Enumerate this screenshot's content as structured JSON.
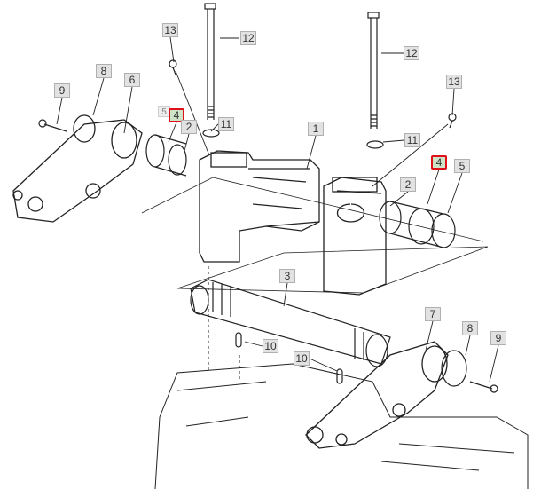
{
  "callouts": [
    {
      "label": "13",
      "highlighted": false
    },
    {
      "label": "12",
      "highlighted": false
    },
    {
      "label": "8",
      "highlighted": false
    },
    {
      "label": "6",
      "highlighted": false
    },
    {
      "label": "9",
      "highlighted": false
    },
    {
      "label": "5",
      "highlighted": false
    },
    {
      "label": "4",
      "highlighted": true
    },
    {
      "label": "2",
      "highlighted": false
    },
    {
      "label": "11",
      "highlighted": false
    },
    {
      "label": "1",
      "highlighted": false
    },
    {
      "label": "12",
      "highlighted": false
    },
    {
      "label": "13",
      "highlighted": false
    },
    {
      "label": "11",
      "highlighted": false
    },
    {
      "label": "4",
      "highlighted": true
    },
    {
      "label": "5",
      "highlighted": false
    },
    {
      "label": "2",
      "highlighted": false
    },
    {
      "label": "3",
      "highlighted": false
    },
    {
      "label": "7",
      "highlighted": false
    },
    {
      "label": "8",
      "highlighted": false
    },
    {
      "label": "9",
      "highlighted": false
    },
    {
      "label": "10",
      "highlighted": false
    },
    {
      "label": "10",
      "highlighted": false
    }
  ],
  "colors": {
    "highlight": "#e0101a",
    "callout_bg": "#e2e2e2",
    "line": "#222222"
  }
}
